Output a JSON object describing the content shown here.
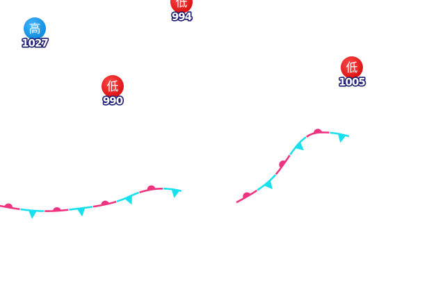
{
  "colors": {
    "high": "#1a97ea",
    "low": "#ee1c24",
    "warm_segment": "#ee3480",
    "cold_segment": "#19e0ee",
    "value_outline": "#1a1a6e"
  },
  "pressure_centers": [
    {
      "type": "high",
      "glyph": "高",
      "value": "1027"
    },
    {
      "type": "low",
      "glyph": "低",
      "value": "994"
    },
    {
      "type": "low",
      "glyph": "低",
      "value": "990"
    },
    {
      "type": "low",
      "glyph": "低",
      "value": "1005"
    }
  ],
  "fronts": [
    {
      "kind": "stationary-front"
    },
    {
      "kind": "stationary-front"
    }
  ]
}
